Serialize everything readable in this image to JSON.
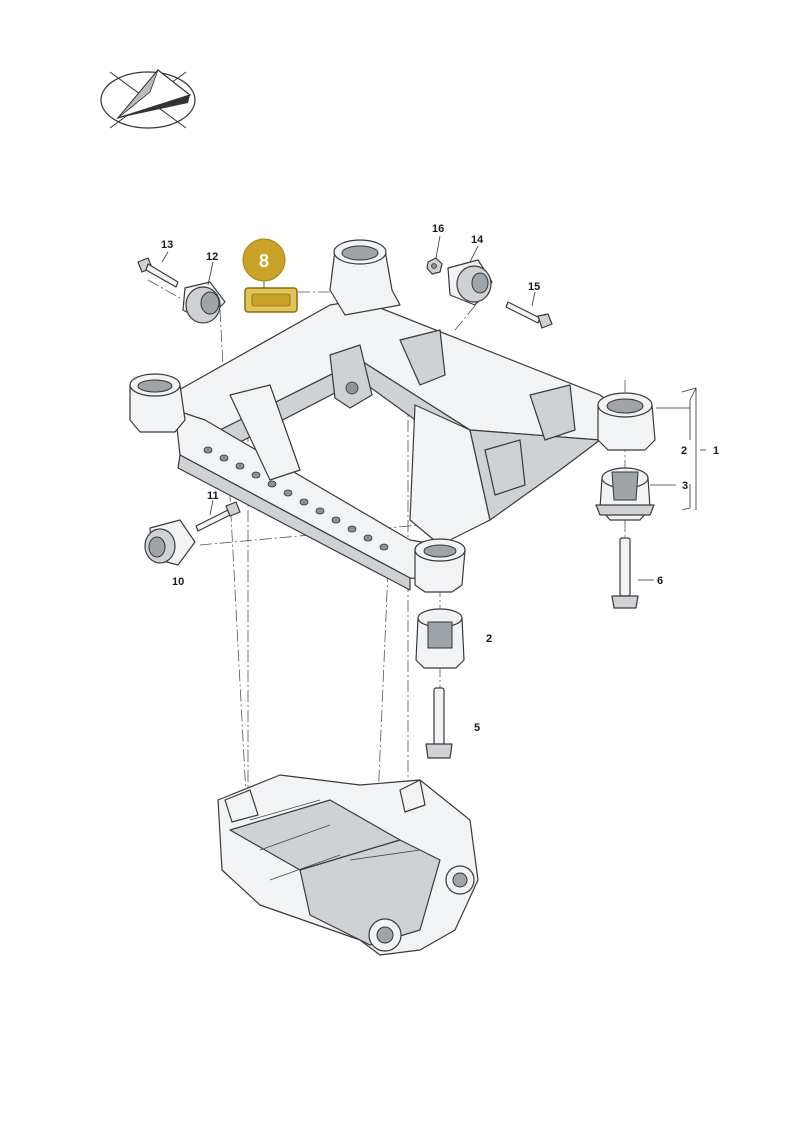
{
  "callouts": [
    {
      "id": "c1",
      "text": "1"
    },
    {
      "id": "c2a",
      "text": "2"
    },
    {
      "id": "c2b",
      "text": "2"
    },
    {
      "id": "c3",
      "text": "3"
    },
    {
      "id": "c5",
      "text": "5"
    },
    {
      "id": "c6",
      "text": "6"
    },
    {
      "id": "c8",
      "text": "8"
    },
    {
      "id": "c10",
      "text": "10"
    },
    {
      "id": "c11",
      "text": "11"
    },
    {
      "id": "c12",
      "text": "12"
    },
    {
      "id": "c13",
      "text": "13"
    },
    {
      "id": "c14",
      "text": "14"
    },
    {
      "id": "c15",
      "text": "15"
    },
    {
      "id": "c16",
      "text": "16"
    }
  ],
  "highlight": {
    "part_number": "8",
    "color": "#c9a227"
  },
  "icons": {
    "orientation": "orientation-arrow-icon"
  },
  "colors": {
    "metal": "#f2f3f4",
    "shade": "#cfd2d5",
    "line": "#3a3a3a"
  }
}
